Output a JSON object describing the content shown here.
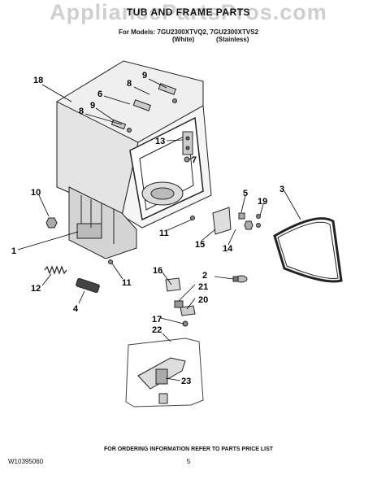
{
  "watermark": "AppliancePartsPros.com",
  "header": {
    "title": "TUB AND FRAME PARTS",
    "models_line": "For Models: 7GU2300XTVQ2, 7GU2300XTVS2",
    "variant_white": "(White)",
    "variant_stainless": "(Stainless)"
  },
  "callouts": [
    "18",
    "9",
    "8",
    "6",
    "9",
    "8",
    "13",
    "7",
    "10",
    "5",
    "19",
    "3",
    "1",
    "11",
    "15",
    "14",
    "16",
    "2",
    "12",
    "4",
    "11",
    "21",
    "20",
    "17",
    "22",
    "23"
  ],
  "footer": {
    "doc_number": "W10395060",
    "ordering_note": "FOR ORDERING INFORMATION REFER TO PARTS PRICE LIST",
    "page_number": "5"
  }
}
